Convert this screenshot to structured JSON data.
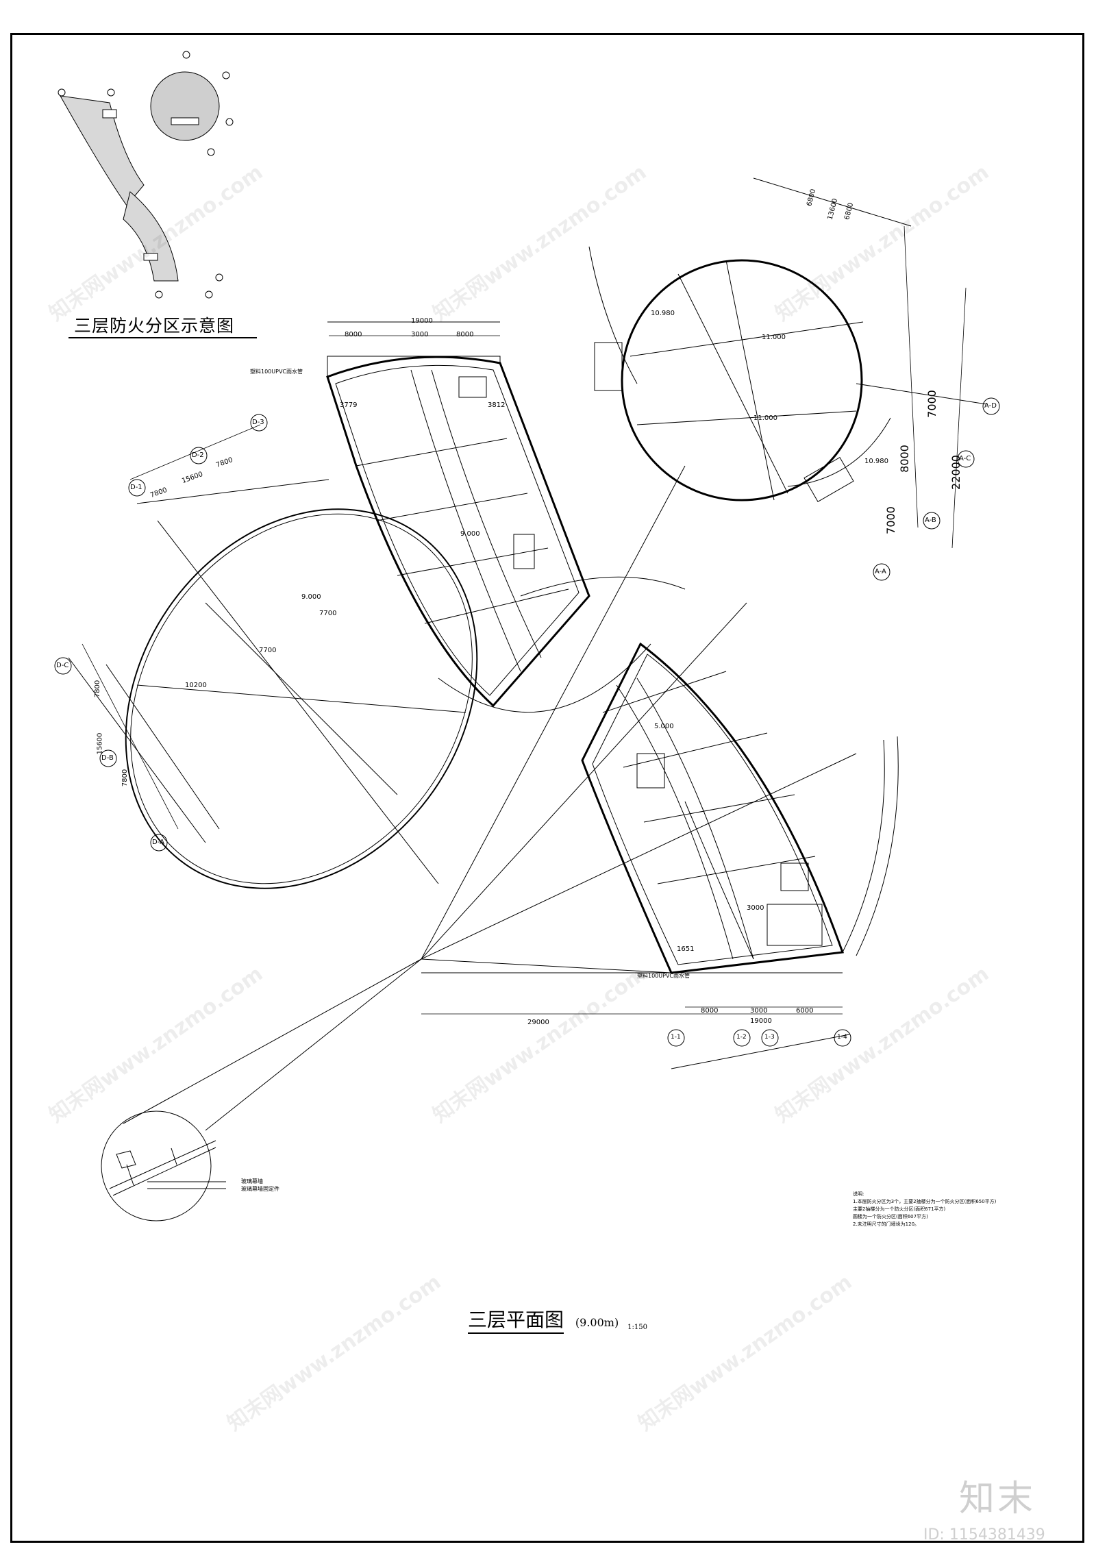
{
  "legend": {
    "title": "三层防火分区示意图"
  },
  "plan": {
    "title": "三层平面图",
    "elevation": "(9.00m)",
    "scale": "1:150"
  },
  "dimensions": {
    "top_left": [
      "8000",
      "3000",
      "8000",
      "19000"
    ],
    "bottom_right": [
      "8000",
      "3000",
      "6000",
      "19000"
    ],
    "radius_total": "29000",
    "round_right": [
      "6800",
      "6800",
      "13600"
    ],
    "round_side": [
      "7000",
      "8000",
      "7000",
      "22000"
    ],
    "left_circle": [
      "7800",
      "15600",
      "7800",
      "7800",
      "15600",
      "7800"
    ],
    "misc": [
      "3779",
      "3812",
      "1651",
      "3000",
      "9.000",
      "5.000",
      "9.000",
      "10.980",
      "10.980",
      "11.000",
      "11.000",
      "7700",
      "7700",
      "10200"
    ]
  },
  "axis_labels": {
    "top": [
      "D-1",
      "D-2",
      "D-3"
    ],
    "left": [
      "D-C",
      "D-B",
      "D-A"
    ],
    "right": [
      "A-D",
      "A-C",
      "A-B",
      "A-A"
    ],
    "bottom": [
      "1-1",
      "1-2",
      "1-3",
      "1-4"
    ]
  },
  "annotations": {
    "glass_curtain": "玻璃幕墙",
    "glass_fix": "玻璃幕墙固定件",
    "pipe": "塑料100UPVC雨水管"
  },
  "notes": {
    "heading": "说明:",
    "lines": [
      "1.本层防火分区为3个，主要2抽楼分为一个防火分区(面积650平方)",
      "主要2抽楼分为一个防火分区(面积671平方)",
      "圆楼为一个防火分区(面积607平方)",
      "2.未注明尺寸的门墙垛为120。"
    ]
  },
  "watermark": {
    "brand": "知末",
    "id": "ID: 1154381439",
    "site": "知末网www.znzmo.com"
  }
}
